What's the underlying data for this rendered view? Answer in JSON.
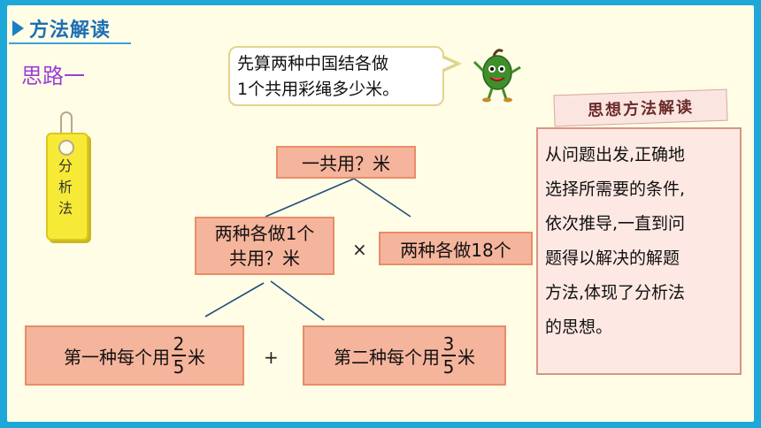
{
  "header": {
    "title": "方法解读"
  },
  "subtitle": "思路一",
  "tag": {
    "text": [
      "分",
      "析",
      "法"
    ]
  },
  "bubble": {
    "line1": "先算两种中国结各做",
    "line2": "1个共用彩绳多少米。"
  },
  "tree": {
    "total": "一共用？米",
    "each_line1": "两种各做1个",
    "each_line2": "共用？米",
    "times": "×",
    "count": "两种各做18个",
    "plus": "+",
    "first": {
      "prefix": "第一种每个用",
      "num": "2",
      "den": "5",
      "unit": "米"
    },
    "second": {
      "prefix": "第二种每个用",
      "num": "3",
      "den": "5",
      "unit": "米"
    }
  },
  "thought": {
    "banner": "思想方法解读",
    "lines": [
      "从问题出发,正确地",
      "选择所需要的条件,",
      "依次推导,一直到问",
      "题得以解决的解题",
      "方法,体现了分析法",
      "的思想。"
    ]
  },
  "colors": {
    "frame": "#1ea7d9",
    "paper": "#fffde6",
    "box": "#f5b49c",
    "box_border": "#e88c68",
    "title": "#1c6fb5",
    "subtitle": "#9b3fd6"
  }
}
